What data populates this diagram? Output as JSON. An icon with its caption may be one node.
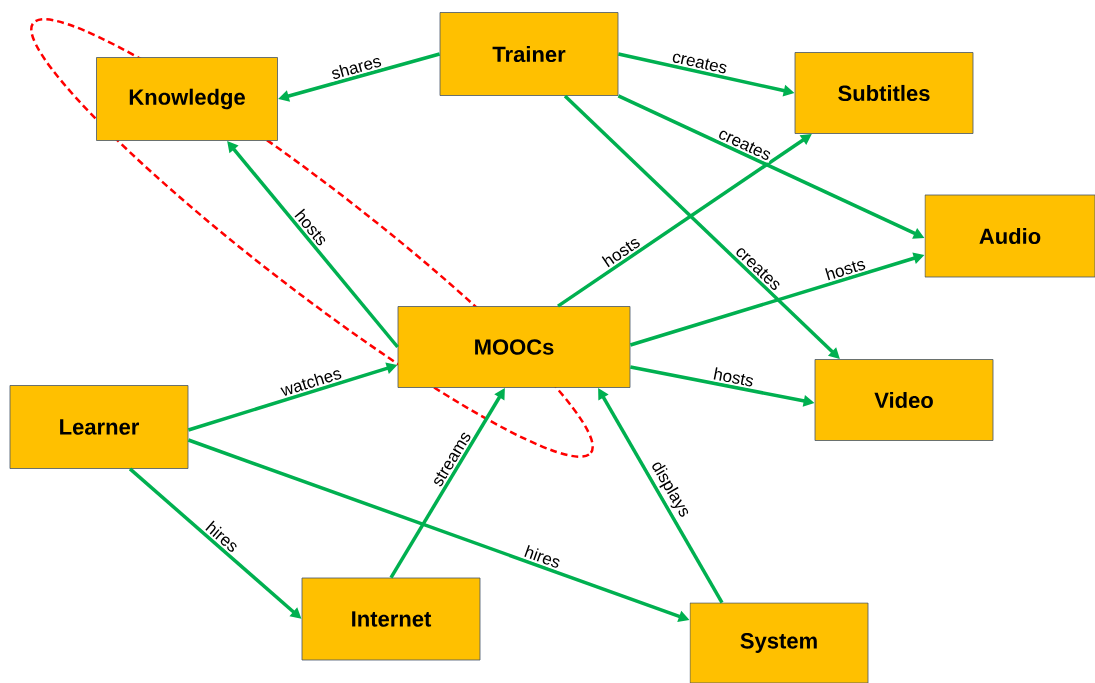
{
  "diagram": {
    "nodes": [
      {
        "text": [
          "Trainer"
        ]
      },
      {
        "text": [
          "Knowledge"
        ]
      },
      {
        "text": [
          "Subtitles"
        ]
      },
      {
        "text": [
          "Audio"
        ]
      },
      {
        "text": [
          "MOOCs"
        ]
      },
      {
        "text": [
          "Video"
        ]
      },
      {
        "text": [
          "Learner"
        ]
      },
      {
        "text": [
          "Internet"
        ]
      },
      {
        "text": [
          "System"
        ]
      }
    ],
    "edges": [
      {
        "from": 0,
        "to": 1,
        "arrow": "to",
        "label": "shares"
      },
      {
        "from": 0,
        "to": 2,
        "arrow": "to",
        "label": "creates"
      },
      {
        "from": 0,
        "to": 3,
        "arrow": "to",
        "label": "creates"
      },
      {
        "from": 0,
        "to": 5,
        "arrow": "to",
        "label": "creates"
      },
      {
        "from": 4,
        "to": 1,
        "arrow": "to",
        "label": "hosts"
      },
      {
        "from": 4,
        "to": 2,
        "arrow": "to",
        "label": "hosts"
      },
      {
        "from": 4,
        "to": 3,
        "arrow": "to",
        "label": "hosts"
      },
      {
        "from": 4,
        "to": 5,
        "arrow": "to",
        "label": "hosts"
      },
      {
        "from": 6,
        "to": 4,
        "arrow": "to",
        "label": "watches"
      },
      {
        "from": 6,
        "to": 7,
        "arrow": "to",
        "label": "hires"
      },
      {
        "from": 6,
        "to": 8,
        "arrow": "to",
        "label": "hires"
      },
      {
        "from": 7,
        "to": 4,
        "arrow": "to",
        "label": "streams"
      },
      {
        "from": 8,
        "to": 4,
        "arrow": "to",
        "label": "displays"
      }
    ]
  }
}
